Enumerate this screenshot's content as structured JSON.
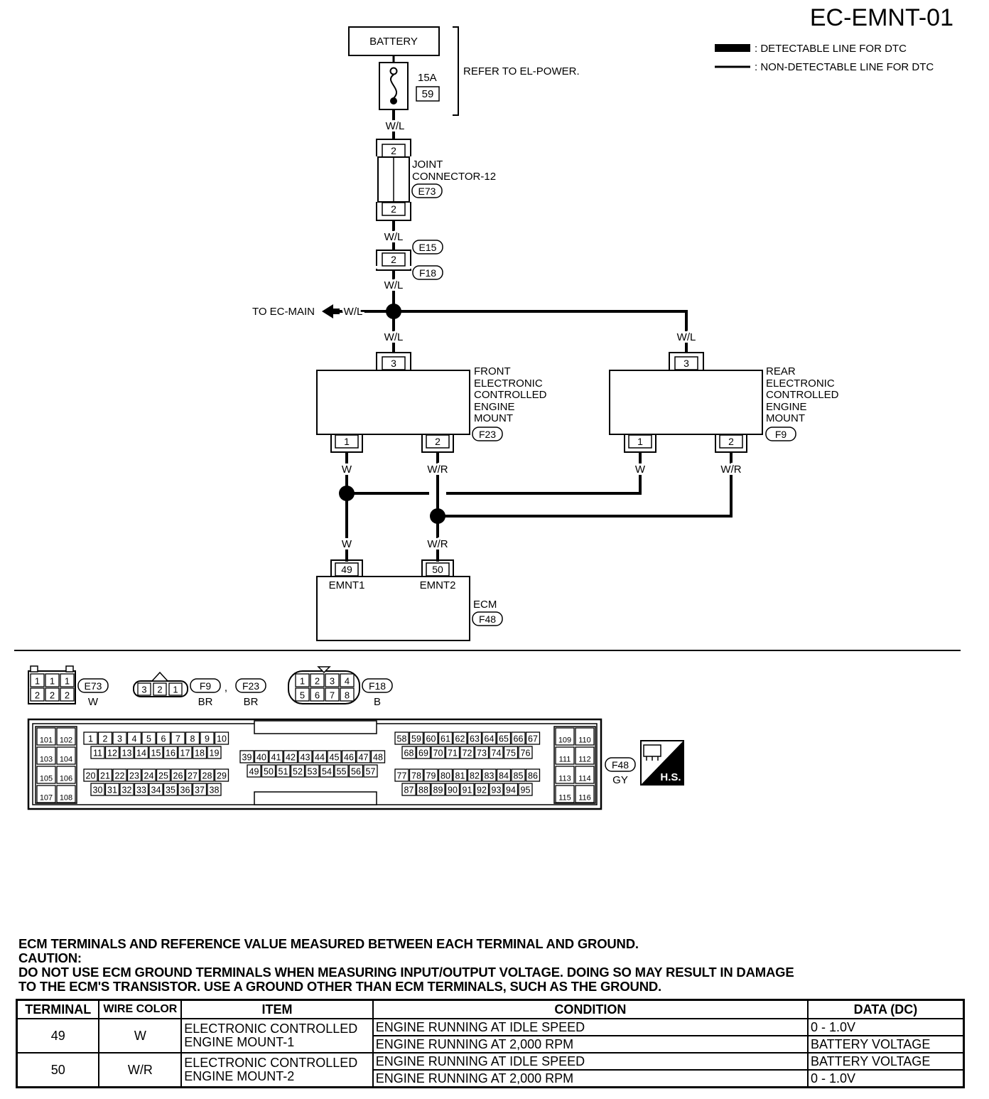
{
  "page_code": "EC-EMNT-01",
  "legend": {
    "detectable": ": DETECTABLE LINE FOR DTC",
    "non_detectable": ": NON-DETECTABLE LINE FOR DTC"
  },
  "battery": {
    "label": "BATTERY",
    "fuse_amp": "15A",
    "fuse_no": "59",
    "refer": "REFER TO EL-POWER."
  },
  "joint_connector": {
    "line1": "JOINT",
    "line2": "CONNECTOR-12",
    "connector": "E73",
    "pin_top": "2",
    "pin_bottom": "2"
  },
  "harness_connector": {
    "pin": "2",
    "connector_a": "E15",
    "connector_b": "F18"
  },
  "wires": {
    "wl": "W/L",
    "w": "W",
    "wr": "W/R"
  },
  "to_main": "TO EC-MAIN",
  "front_mount": {
    "lines": [
      "FRONT",
      "ELECTRONIC",
      "CONTROLLED",
      "ENGINE",
      "MOUNT"
    ],
    "connector": "F23",
    "pin_top": "3",
    "pin1": "1",
    "pin2": "2"
  },
  "rear_mount": {
    "lines": [
      "REAR",
      "ELECTRONIC",
      "CONTROLLED",
      "ENGINE",
      "MOUNT"
    ],
    "connector": "F9",
    "pin_top": "3",
    "pin1": "1",
    "pin2": "2"
  },
  "ecm": {
    "label": "ECM",
    "connector": "F48",
    "pin49": "49",
    "pin50": "50",
    "term1": "EMNT1",
    "term2": "EMNT2"
  },
  "connector_views": {
    "e73": {
      "id": "E73",
      "color": "W",
      "top": [
        "1",
        "1",
        "1"
      ],
      "bottom": [
        "2",
        "2",
        "2"
      ]
    },
    "f9f23": {
      "id1": "F9",
      "sep": ",",
      "id2": "F23",
      "color1": "BR",
      "color2": "BR",
      "pins": [
        "3",
        "2",
        "1"
      ]
    },
    "f18": {
      "id": "F18",
      "color": "B",
      "top": [
        "1",
        "2",
        "3",
        "4"
      ],
      "bottom": [
        "5",
        "6",
        "7",
        "8"
      ]
    },
    "f48": {
      "id": "F48",
      "color": "GY",
      "left_pairs": [
        [
          "101",
          "102"
        ],
        [
          "103",
          "104"
        ],
        [
          "105",
          "106"
        ],
        [
          "107",
          "108"
        ]
      ],
      "right_pairs": [
        [
          "109",
          "110"
        ],
        [
          "111",
          "112"
        ],
        [
          "113",
          "114"
        ],
        [
          "115",
          "116"
        ]
      ],
      "row_1_10": [
        "1",
        "2",
        "3",
        "4",
        "5",
        "6",
        "7",
        "8",
        "9",
        "10"
      ],
      "row_11_19": [
        "11",
        "12",
        "13",
        "14",
        "15",
        "16",
        "17",
        "18",
        "19"
      ],
      "row_20_29": [
        "20",
        "21",
        "22",
        "23",
        "24",
        "25",
        "26",
        "27",
        "28",
        "29"
      ],
      "row_30_38": [
        "30",
        "31",
        "32",
        "33",
        "34",
        "35",
        "36",
        "37",
        "38"
      ],
      "row_39_48": [
        "39",
        "40",
        "41",
        "42",
        "43",
        "44",
        "45",
        "46",
        "47",
        "48"
      ],
      "row_49_57": [
        "49",
        "50",
        "51",
        "52",
        "53",
        "54",
        "55",
        "56",
        "57"
      ],
      "row_58_67": [
        "58",
        "59",
        "60",
        "61",
        "62",
        "63",
        "64",
        "65",
        "66",
        "67"
      ],
      "row_68_76": [
        "68",
        "69",
        "70",
        "71",
        "72",
        "73",
        "74",
        "75",
        "76"
      ],
      "row_77_86": [
        "77",
        "78",
        "79",
        "80",
        "81",
        "82",
        "83",
        "84",
        "85",
        "86"
      ],
      "row_87_95": [
        "87",
        "88",
        "89",
        "90",
        "91",
        "92",
        "93",
        "94",
        "95"
      ]
    },
    "hs_label": "H.S."
  },
  "notes": {
    "line1": "ECM TERMINALS AND REFERENCE VALUE MEASURED BETWEEN EACH TERMINAL AND GROUND.",
    "line2": "CAUTION:",
    "line3": "DO NOT USE ECM GROUND TERMINALS WHEN MEASURING INPUT/OUTPUT VOLTAGE. DOING SO MAY RESULT IN  DAMAGE",
    "line4": "TO THE  ECM'S TRANSISTOR. USE A GROUND OTHER THAN ECM TERMINALS, SUCH AS THE GROUND."
  },
  "table": {
    "headers": [
      "TERMINAL",
      "WIRE COLOR",
      "ITEM",
      "CONDITION",
      "DATA (DC)"
    ],
    "rows": [
      {
        "terminal": "49",
        "wire": "W",
        "item": "ELECTRONIC CONTROLLED ENGINE MOUNT-1",
        "conditions": [
          {
            "condition": "ENGINE RUNNING AT IDLE SPEED",
            "data": "0 - 1.0V"
          },
          {
            "condition": "ENGINE RUNNING AT 2,000 RPM",
            "data": "BATTERY VOLTAGE"
          }
        ]
      },
      {
        "terminal": "50",
        "wire": "W/R",
        "item": "ELECTRONIC CONTROLLED ENGINE MOUNT-2",
        "conditions": [
          {
            "condition": "ENGINE RUNNING AT IDLE SPEED",
            "data": "BATTERY VOLTAGE"
          },
          {
            "condition": "ENGINE RUNNING AT 2,000 RPM",
            "data": "0 - 1.0V"
          }
        ]
      }
    ]
  }
}
